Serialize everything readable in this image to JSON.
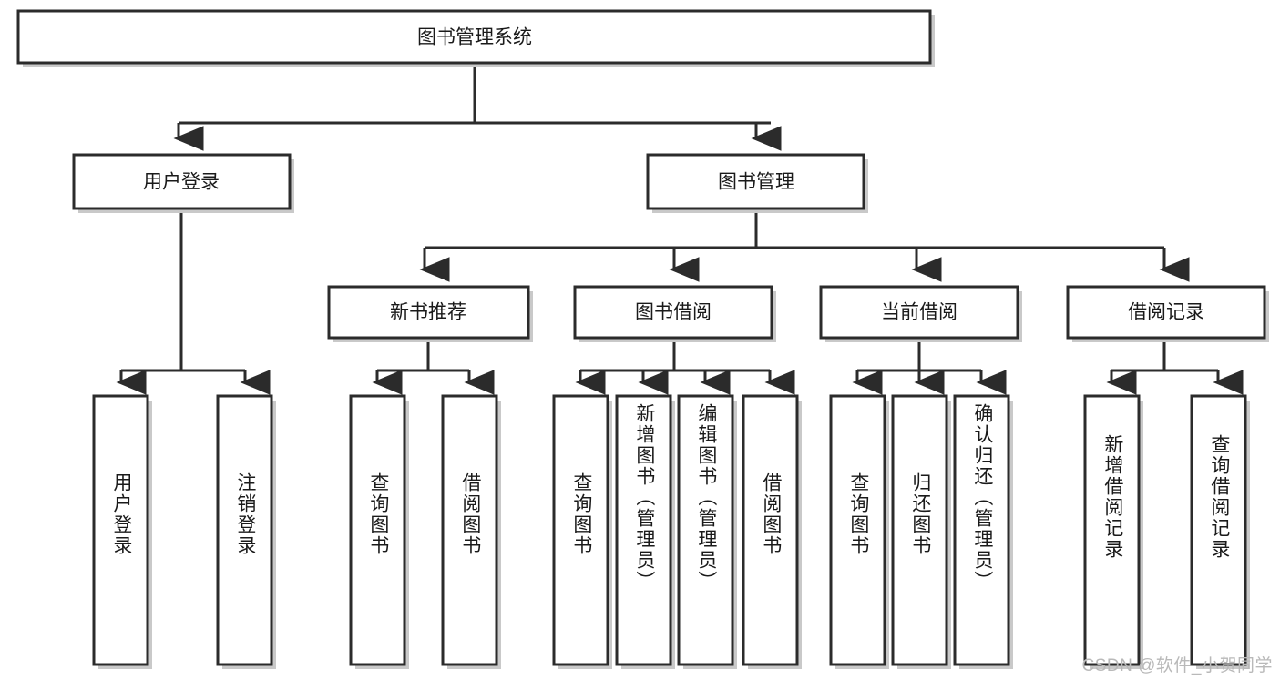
{
  "diagram": {
    "type": "tree-hierarchy-flowchart",
    "orientation": "top-down",
    "root": {
      "id": "root",
      "label": "图书管理系统"
    },
    "level1": [
      {
        "id": "user-login",
        "label": "用户登录"
      },
      {
        "id": "book-management",
        "label": "图书管理"
      }
    ],
    "level2": [
      {
        "id": "new-book-recommend",
        "label": "新书推荐",
        "parent": "book-management"
      },
      {
        "id": "book-borrow",
        "label": "图书借阅",
        "parent": "book-management"
      },
      {
        "id": "current-borrow",
        "label": "当前借阅",
        "parent": "book-management"
      },
      {
        "id": "borrow-record",
        "label": "借阅记录",
        "parent": "book-management"
      }
    ],
    "leaves": [
      {
        "id": "leaf-user-login",
        "label": "用户登录",
        "parent": "user-login"
      },
      {
        "id": "leaf-logout-login",
        "label": "注销登录",
        "parent": "user-login"
      },
      {
        "id": "leaf-query-book-1",
        "label": "查询图书",
        "parent": "new-book-recommend"
      },
      {
        "id": "leaf-borrow-book-1",
        "label": "借阅图书",
        "parent": "new-book-recommend"
      },
      {
        "id": "leaf-query-book-2",
        "label": "查询图书",
        "parent": "book-borrow"
      },
      {
        "id": "leaf-add-book",
        "label": "新增图书（管理员）",
        "parent": "book-borrow"
      },
      {
        "id": "leaf-edit-book",
        "label": "编辑图书（管理员）",
        "parent": "book-borrow"
      },
      {
        "id": "leaf-borrow-book-2",
        "label": "借阅图书",
        "parent": "book-borrow"
      },
      {
        "id": "leaf-query-book-3",
        "label": "查询图书",
        "parent": "current-borrow"
      },
      {
        "id": "leaf-return-book",
        "label": "归还图书",
        "parent": "current-borrow"
      },
      {
        "id": "leaf-confirm-return",
        "label": "确认归还（管理员）",
        "parent": "current-borrow"
      },
      {
        "id": "leaf-add-record",
        "label": "新增借阅记录",
        "parent": "borrow-record"
      },
      {
        "id": "leaf-query-record",
        "label": "查询借阅记录",
        "parent": "borrow-record"
      }
    ],
    "colors": {
      "box_stroke": "#2b2b2b",
      "box_fill": "#ffffff",
      "text": "#1a1a1a",
      "watermark": "#b9b9b9",
      "background": "#ffffff"
    }
  },
  "watermark": {
    "text": "CSDN @软件_小贺同学"
  }
}
